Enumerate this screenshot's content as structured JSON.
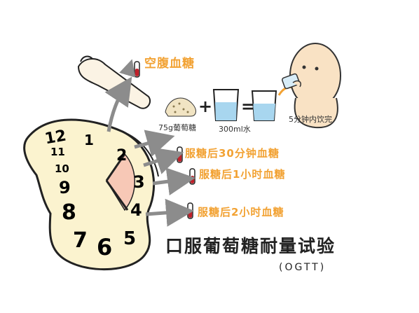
{
  "labels": {
    "fasting": "空腹血糖",
    "glucose": "75g葡萄糖",
    "water": "300ml水",
    "drink": "5分钟内饮完",
    "t30": "服糖后30分钟血糖",
    "t60": "服糖后1小时血糖",
    "t120": "服糖后2小时血糖",
    "title": "口服葡萄糖耐量试验",
    "subtitle": "(OGTT)"
  },
  "clock_numbers": [
    "12",
    "1",
    "11",
    "10",
    "2",
    "9",
    "3",
    "8",
    "4",
    "7",
    "6",
    "5"
  ],
  "symbols": {
    "plus": "+",
    "equals": "="
  },
  "colors": {
    "orange": "#f2a233",
    "clock_face": "#fbf3cf",
    "sector": "#f7c8b6",
    "tube_red": "#c0202a",
    "arrow": "#8c8c8c",
    "water": "#a8d6ef",
    "skin": "#f9e2c4"
  },
  "icons": [
    "arm-icon",
    "test-tube-icon",
    "glucose-pile-icon",
    "water-glass-icon",
    "drinking-person-icon",
    "melting-clock-icon"
  ]
}
